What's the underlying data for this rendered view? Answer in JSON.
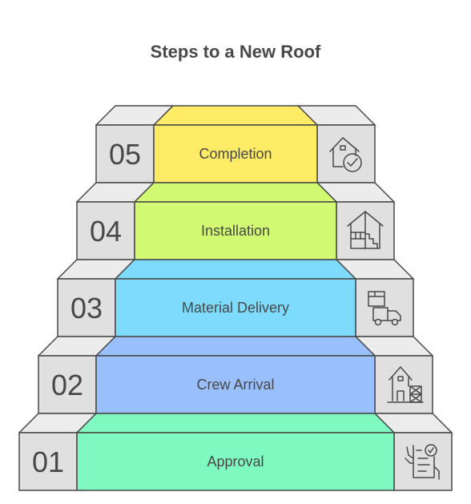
{
  "title": "Steps to a New Roof",
  "steps": [
    {
      "number": "01",
      "label": "Approval",
      "color": "#80f9c0",
      "icon": "checklist-hand-icon"
    },
    {
      "number": "02",
      "label": "Crew Arrival",
      "color": "#9abffd",
      "icon": "house-scaffold-icon"
    },
    {
      "number": "03",
      "label": "Material Delivery",
      "color": "#7ddcfe",
      "icon": "box-truck-icon"
    },
    {
      "number": "04",
      "label": "Installation",
      "color": "#d2f972",
      "icon": "house-stairs-icon"
    },
    {
      "number": "05",
      "label": "Completion",
      "color": "#feeb66",
      "icon": "house-check-icon"
    }
  ],
  "colors": {
    "side_face": "#e0e0e0",
    "side_top": "#ececec",
    "stroke": "#484848",
    "text": "#484848"
  }
}
